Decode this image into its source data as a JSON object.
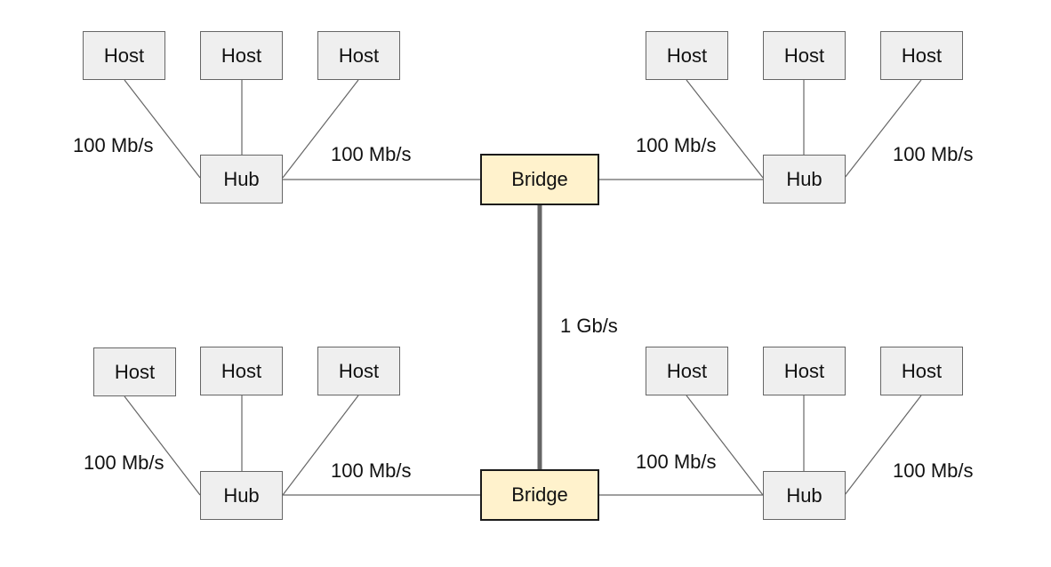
{
  "colors": {
    "node_fill": "#efefef",
    "bridge_fill": "#fff2cc",
    "line": "#666666",
    "trunk": "#666666"
  },
  "nodes": {
    "host_label": "Host",
    "hub_label": "Hub",
    "bridge_label": "Bridge"
  },
  "links": {
    "host_link_speed": "100 Mb/s",
    "bridge_link_speed": "100 Mb/s",
    "trunk_speed": "1 Gb/s"
  }
}
